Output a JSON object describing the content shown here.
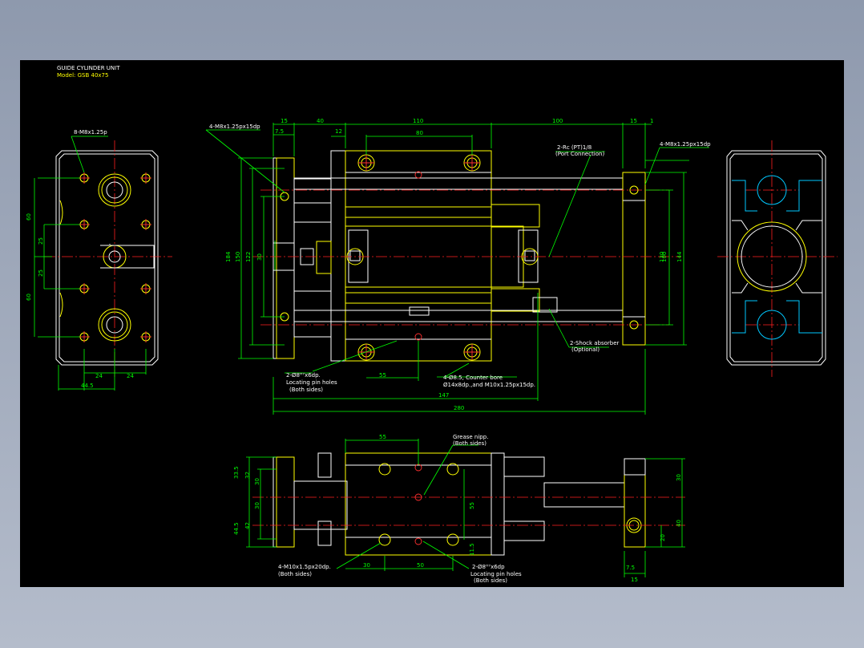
{
  "title": {
    "line1": "GUIDE CYLINDER UNIT",
    "line2": "Model: GSB 40x75"
  },
  "dims": {
    "top": [
      "15",
      "7.5",
      "40",
      "12",
      "110",
      "80",
      "100",
      "15",
      "1"
    ],
    "left_view": [
      "60",
      "25",
      "25",
      "60",
      "24",
      "24",
      "44.5"
    ],
    "front_left": [
      "184",
      "150",
      "122",
      "30"
    ],
    "front_right": [
      "100",
      "130",
      "144"
    ],
    "front_bottom": [
      "55",
      "147",
      "280"
    ],
    "bottom_view_left": [
      "33.5",
      "32",
      "30",
      "30",
      "42",
      "44.5"
    ],
    "bottom_view": [
      "55",
      "55",
      "11.5",
      "30",
      "50",
      "30",
      "40",
      "20",
      "7.5",
      "15"
    ]
  },
  "notes": {
    "left_tap": "8-M8x1.25p",
    "front_tap_left": "4-M8x1.25px15dp",
    "front_tap_right": "4-M8x1.25px15dp",
    "port_1": "2-Rc (PT)1/8",
    "port_2": "(Port Connection)",
    "shock_1": "2-Shock absorber",
    "shock_2": "(Optional)",
    "pin_1": "2-Ø8ᴴ⁷x6dp.",
    "pin_2": "Locating pin holes",
    "pin_3": "(Both sides)",
    "bore_1": "4-Ø8.5, Counter bore",
    "bore_2": "Ø14x8dp.,and M10x1.25px15dp.",
    "grease_1": "Grease nipp.",
    "grease_2": "(Both sides)",
    "m10_1": "4-M10x1.5px20dp.",
    "m10_2": "(Both sides)",
    "pin_b_1": "2-Ø8ᴴ⁷x6dp",
    "pin_b_2": "Locating pin holes",
    "pin_b_3": "(Both sides)"
  },
  "colors": {
    "background": "#000000",
    "frame": "#a4adbd",
    "outline": "#ffff00",
    "detail": "#ffffff",
    "dimension": "#00ff00",
    "centerline": "#ff2020",
    "hidden": "#00c8ff"
  }
}
